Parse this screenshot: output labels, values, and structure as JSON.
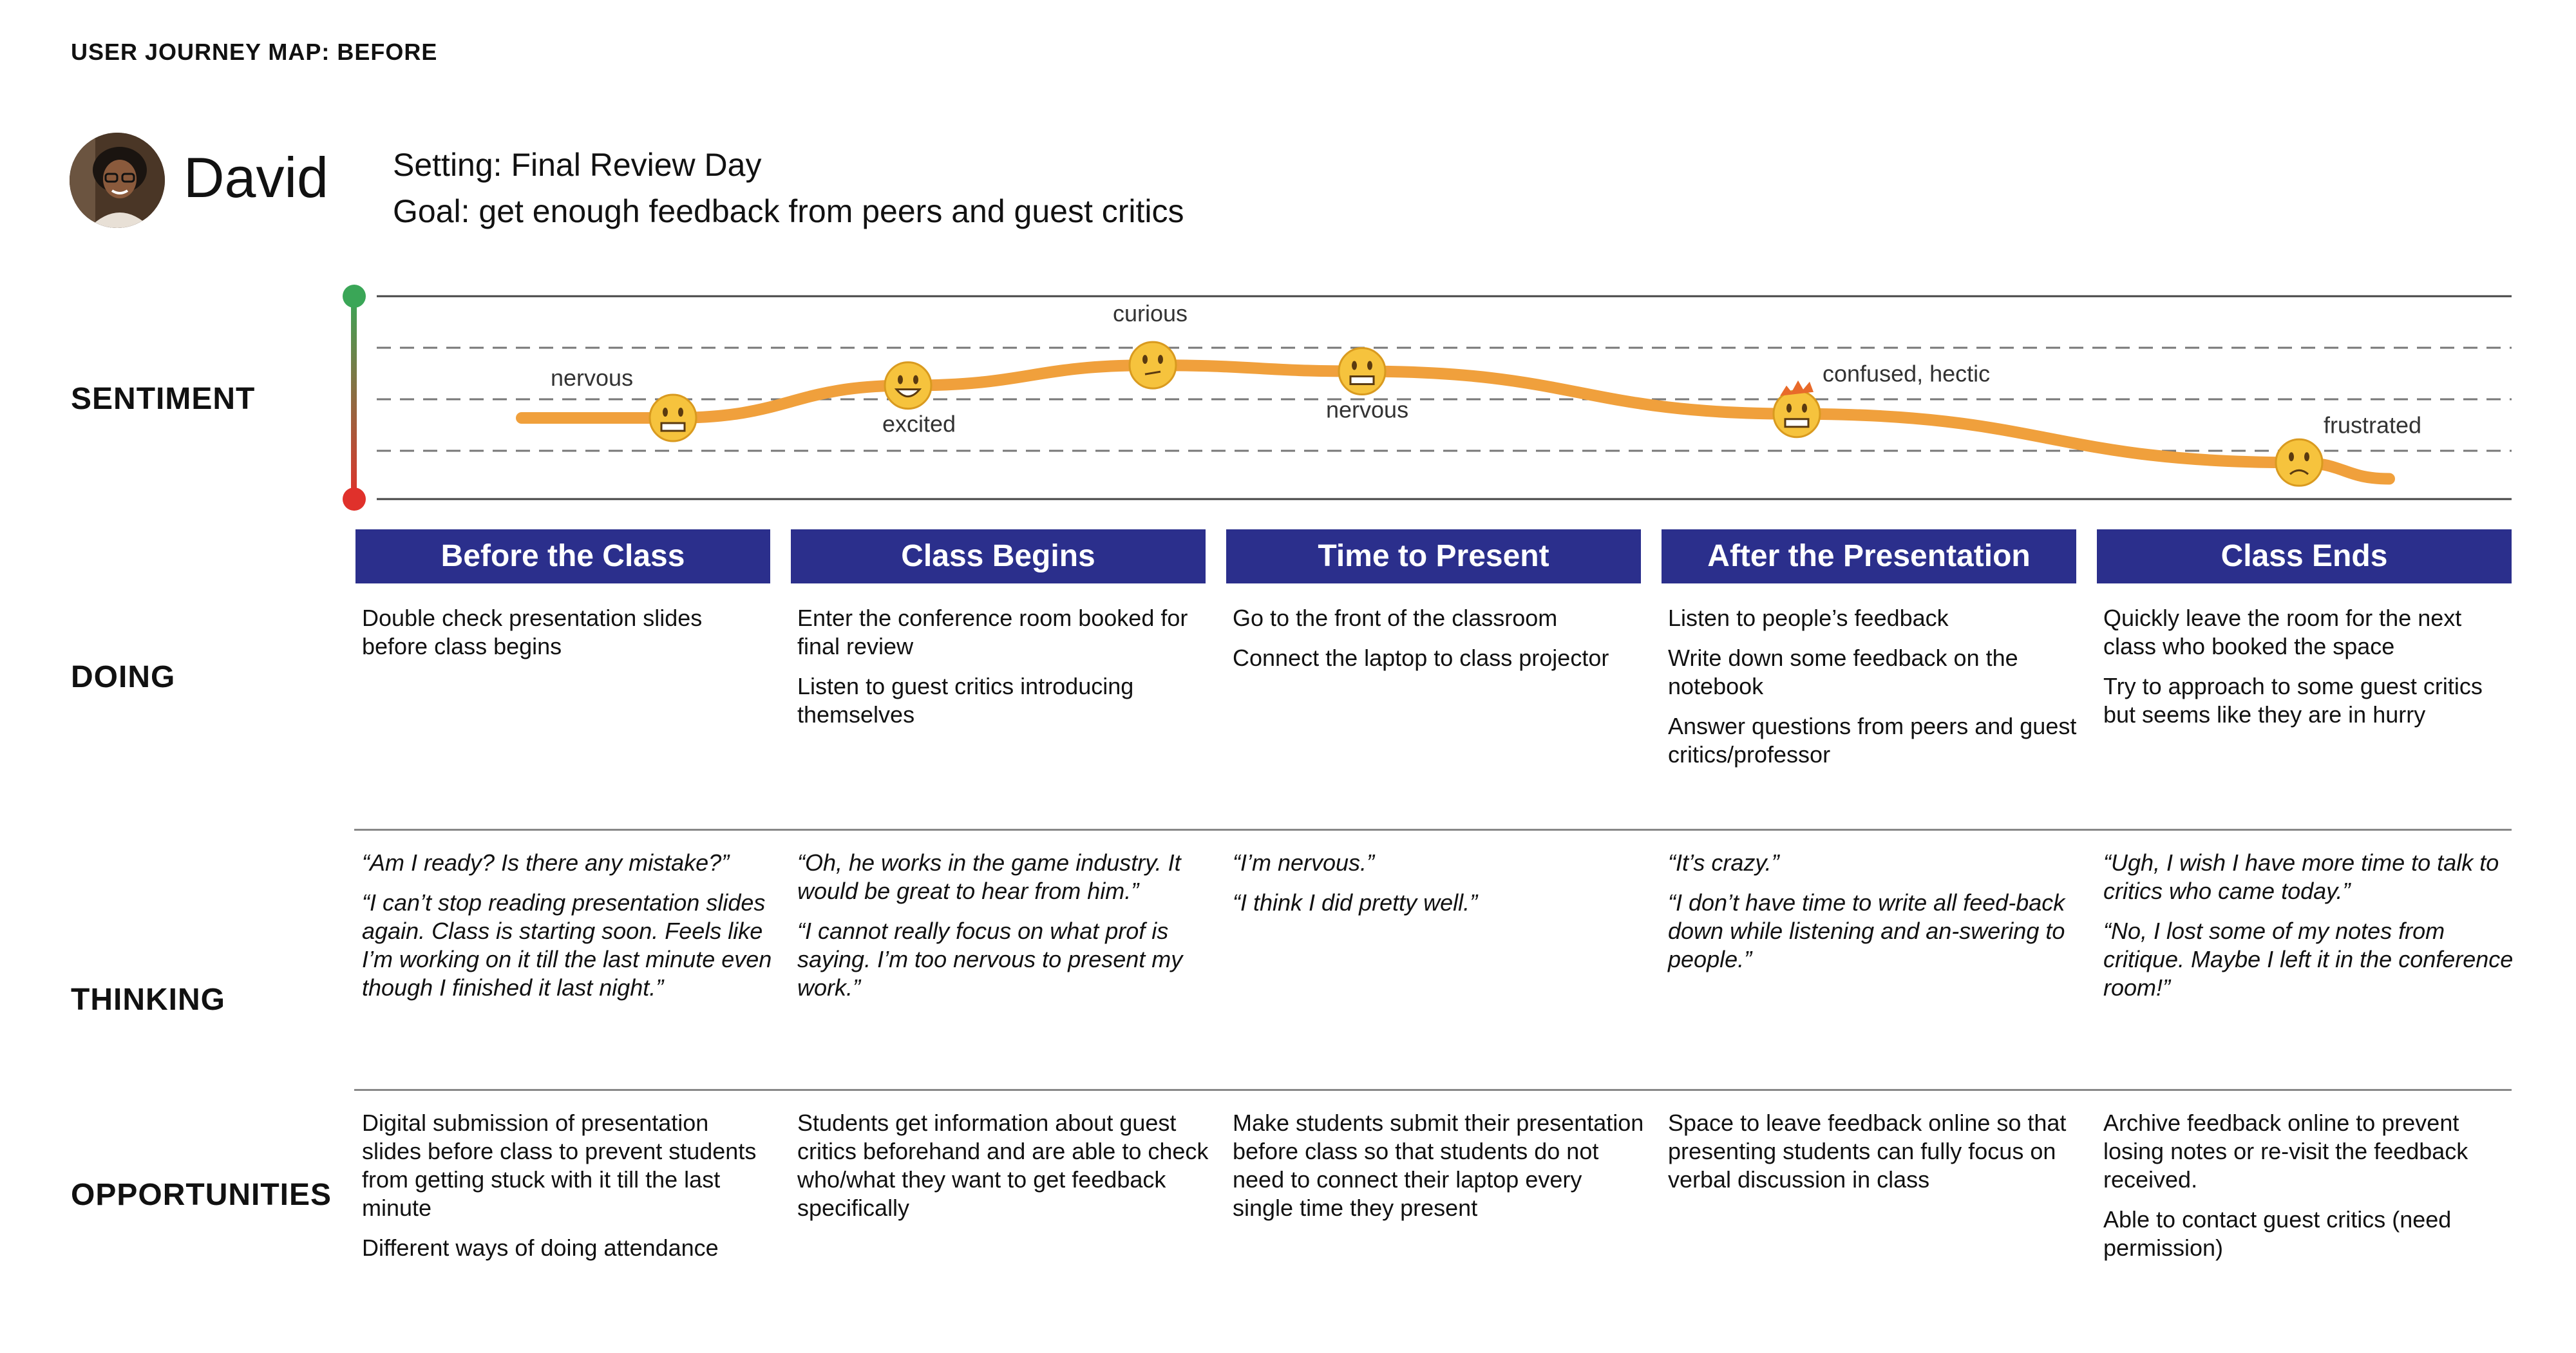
{
  "title": "USER JOURNEY MAP: BEFORE",
  "persona": {
    "name": "David",
    "setting": "Setting: Final Review Day",
    "goal": "Goal: get enough feedback from peers and guest critics"
  },
  "rows": {
    "sentiment": "SENTIMENT",
    "doing": "DOING",
    "thinking": "THINKING",
    "opportunities": "OPPORTUNITIES"
  },
  "colors": {
    "stage_header": "#2b2f8c",
    "sentiment_line": "#f0a03c",
    "positive": "#3aa657",
    "negative": "#e0312b"
  },
  "sentiment_points": [
    {
      "label": "nervous",
      "emoji": "grimacing-face",
      "level": 0.4
    },
    {
      "label": "excited",
      "emoji": "grinning-face",
      "level": 0.56
    },
    {
      "label": "curious",
      "emoji": "thinking-face",
      "level": 0.66
    },
    {
      "label": "nervous",
      "emoji": "grimacing-face",
      "level": 0.63
    },
    {
      "label": "confused, hectic",
      "emoji": "exploding-head",
      "level": 0.42
    },
    {
      "label": "frustrated",
      "emoji": "frowning-face",
      "level": 0.18
    }
  ],
  "stages": [
    {
      "name": "Before the Class",
      "doing": [
        "Double check presentation slides before class begins"
      ],
      "thinking": [
        "“Am I ready? Is there any mistake?”",
        "“I can’t stop reading presentation slides again. Class is starting soon. Feels like I’m working on it till the last minute even though I finished it last night.”"
      ],
      "opportunities": [
        "Digital submission of presentation slides before class to prevent students from getting stuck with it till the last minute",
        "Different ways of doing attendance"
      ]
    },
    {
      "name": "Class Begins",
      "doing": [
        "Enter the conference room booked for final review",
        "Listen to guest critics introducing themselves"
      ],
      "thinking": [
        "“Oh, he works in the game industry. It would be great to hear from him.”",
        "“I cannot really focus on what prof is saying. I’m too nervous to present my work.”"
      ],
      "opportunities": [
        "Students get information about guest critics beforehand and are able to check who/what they want to get feedback specifically"
      ]
    },
    {
      "name": "Time to Present",
      "doing": [
        "Go to the front of the classroom",
        "Connect the laptop to class projector"
      ],
      "thinking": [
        "“I’m nervous.”",
        "“I think I did pretty well.”"
      ],
      "opportunities": [
        "Make students submit their presentation before class so that students do not need to connect their laptop every single time they present"
      ]
    },
    {
      "name": "After the Presentation",
      "doing": [
        "Listen to people’s feedback",
        "Write down some feedback on the notebook",
        "Answer questions from peers and guest critics/professor"
      ],
      "thinking": [
        "“It’s crazy.”",
        "“I don’t have time to write all feed-back down while listening and an-swering to people.”"
      ],
      "opportunities": [
        "Space to leave feedback online so that presenting students can fully focus on verbal discussion in class"
      ]
    },
    {
      "name": "Class Ends",
      "doing": [
        "Quickly leave the room for the next class who booked the space",
        "Try to approach to some guest critics but seems like they are in hurry"
      ],
      "thinking": [
        "“Ugh, I wish I have more time to talk to critics who came today.”",
        "“No, I lost some of my notes from critique. Maybe I left it in the conference room!”"
      ],
      "opportunities": [
        "Archive feedback online to prevent losing notes or re-visit the feedback received.",
        "Able to contact guest critics (need permission)"
      ]
    }
  ]
}
